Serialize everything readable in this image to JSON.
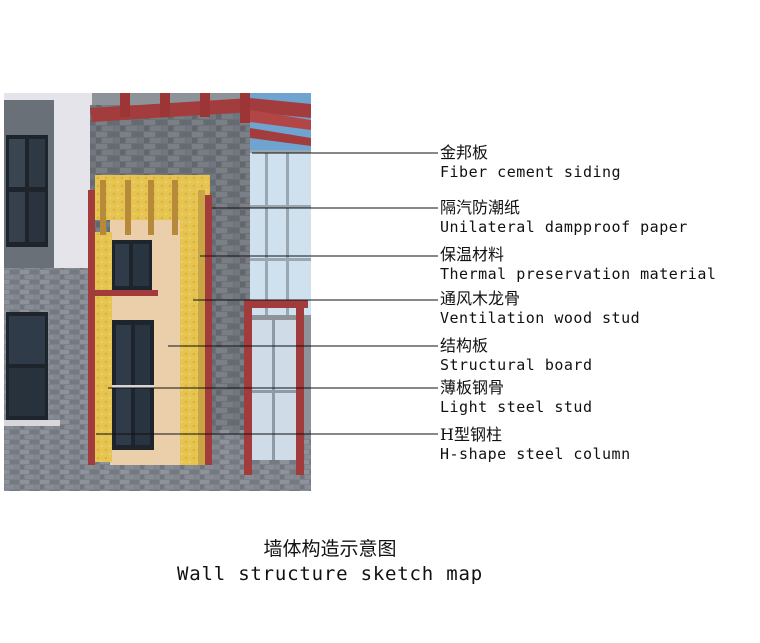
{
  "legend": [
    {
      "zh": "金邦板",
      "en": "Fiber cement siding"
    },
    {
      "zh": "隔汽防潮纸",
      "en": "Unilateral dampproof paper"
    },
    {
      "zh": "保温材料",
      "en": "Thermal preservation material"
    },
    {
      "zh": "通风木龙骨",
      "en": "Ventilation wood stud"
    },
    {
      "zh": "结构板",
      "en": "Structural board"
    },
    {
      "zh": "薄板钢骨",
      "en": "Light steel stud"
    },
    {
      "zh": "H型钢柱",
      "en": "H-shape steel column"
    }
  ],
  "caption": {
    "zh": "墙体构造示意图",
    "en": "Wall structure sketch map"
  },
  "colors": {
    "brick": "#6e737a",
    "brick_light": "#8b9097",
    "steel_red": "#a23b3b",
    "insulation_yellow": "#e4c34a",
    "board_beige": "#e9c9a4",
    "sky": "#6fa3d0",
    "glass": "#cfe0ee"
  }
}
